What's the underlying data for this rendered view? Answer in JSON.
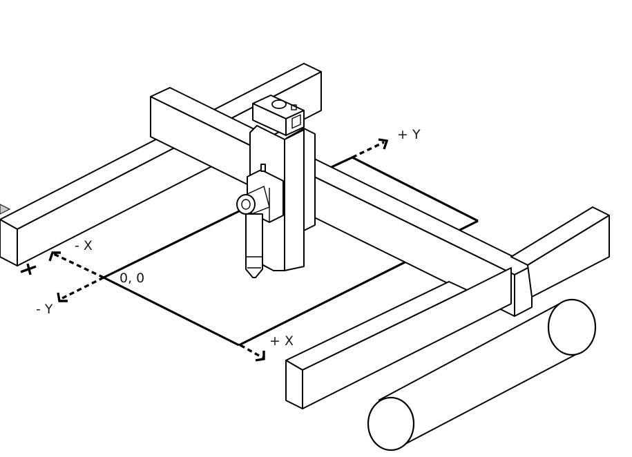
{
  "labels": {
    "minus_x": "- X",
    "plus_x": "+ X",
    "minus_y": "- Y",
    "plus_y": "+ Y",
    "origin": "0, 0"
  }
}
